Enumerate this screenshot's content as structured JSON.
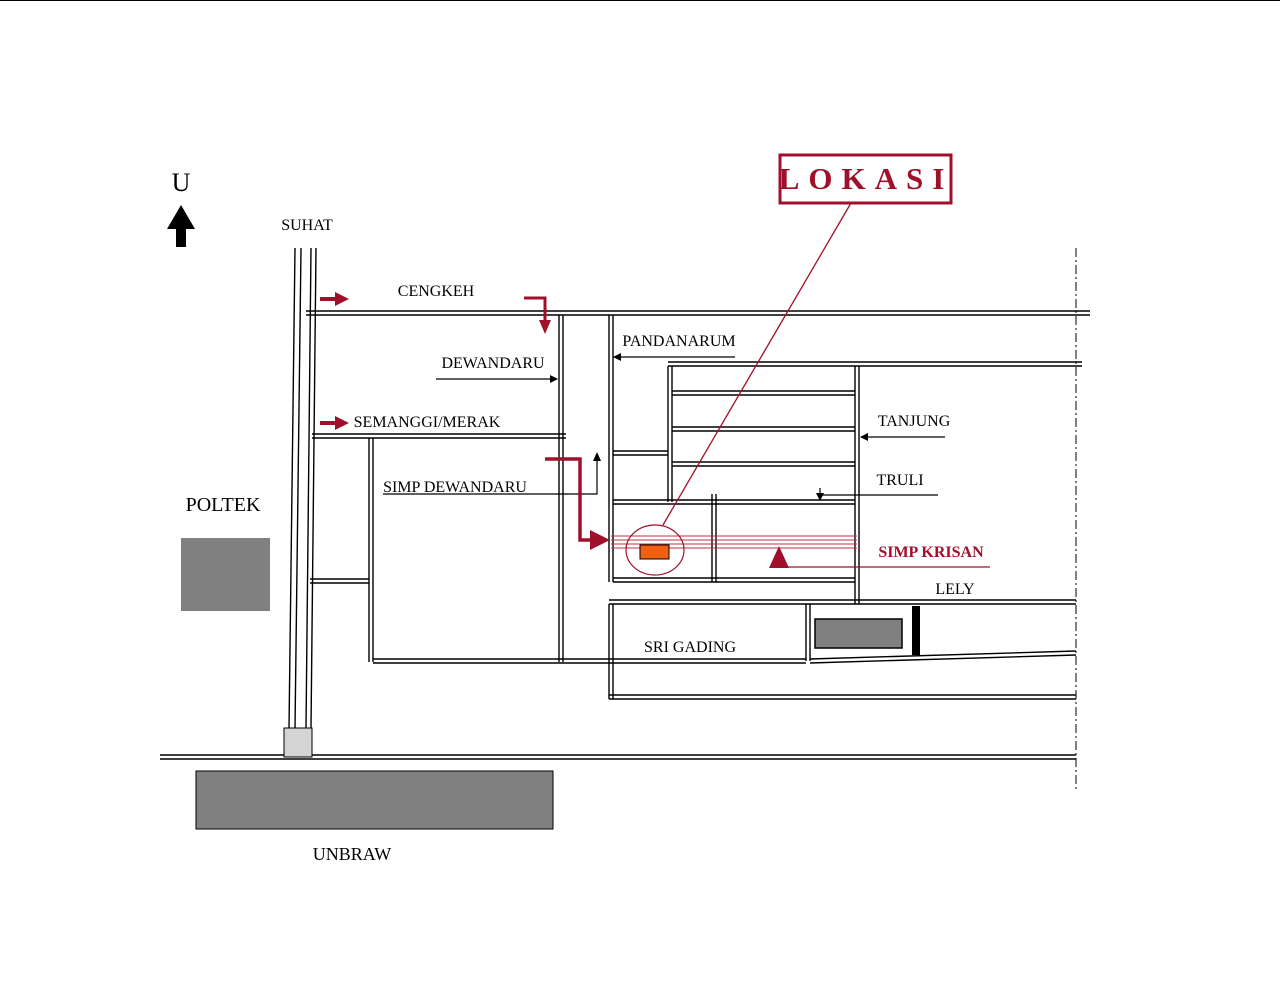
{
  "colors": {
    "accent": "#a0102a",
    "building": "#808080",
    "marker": "#f06010",
    "road": "#000000"
  },
  "north": {
    "label": "U",
    "icon": "north-arrow-icon"
  },
  "callout": {
    "label": "LOKASI"
  },
  "streets": {
    "suhat": "SUHAT",
    "cengkeh": "CENGKEH",
    "pandanarum": "PANDANARUM",
    "dewandaru": "DEWANDARU",
    "semanggi_merak": "SEMANGGI/MERAK",
    "tanjung": "TANJUNG",
    "truli": "TRULI",
    "simp_dewandaru": "SIMP DEWANDARU",
    "simp_krisan": "SIMP KRISAN",
    "lely": "LELY",
    "sri_gading": "SRI GADING"
  },
  "landmarks": {
    "poltek": "POLTEK",
    "unbraw": "UNBRAW"
  }
}
